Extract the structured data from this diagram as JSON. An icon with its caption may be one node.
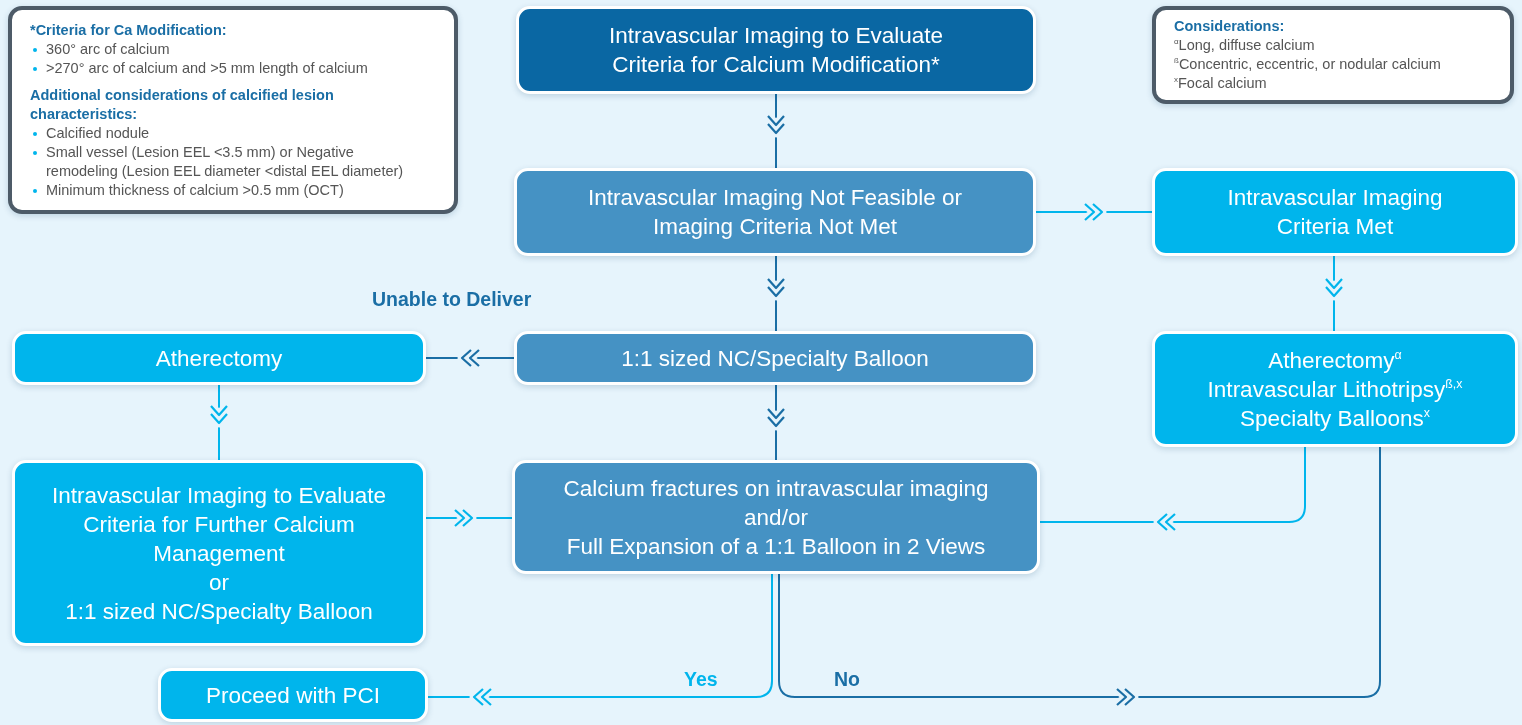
{
  "diagram": {
    "nodes": [
      {
        "text": [
          "*Criteria for Ca Modification:",
          "360° arc of calcium",
          ">270° arc of calcium and >5 mm length of calcium",
          "Additional considerations of calcified lesion characteristics:",
          "Calcified nodule",
          "Small vessel (Lesion EEL <3.5 mm) or Negative remodeling (Lesion EEL diameter <distal EEL diameter)",
          "Minimum thickness of calcium >0.5 mm (OCT)"
        ]
      },
      {
        "text": [
          "Intravascular Imaging to Evaluate Criteria for Calcium Modification*"
        ]
      },
      {
        "text": [
          "Considerations:",
          "$^{α}$Long, diffuse calcium",
          "$^{ß}$Concentric, eccentric, or nodular calcium",
          "$^{x}$Focal calcium"
        ]
      },
      {
        "text": [
          "Intravascular Imaging Not Feasible or Imaging Criteria Not Met"
        ]
      },
      {
        "text": [
          "Intravascular Imaging Criteria Met"
        ]
      },
      {
        "text": [
          "Atherectomy"
        ]
      },
      {
        "text": [
          "1:1 sized NC/Specialty Balloon"
        ]
      },
      {
        "text": [
          "Atherectomy$^{α}$",
          "Intravascular Lithotripsy$^{ß,x}$",
          "Specialty Balloons$^{x}$"
        ]
      },
      {
        "text": [
          "Intravascular Imaging to Evaluate Criteria for Further Calcium Management",
          "or",
          "1:1 sized NC/Specialty Balloon"
        ]
      },
      {
        "text": [
          "Calcium fractures on intravascular imaging",
          "and/or",
          "Full Expansion of a 1:1 Balloon in 2 Views"
        ]
      },
      {
        "text": [
          "Proceed with PCI"
        ]
      }
    ],
    "edges": [
      {
        "from": 1,
        "to": 3,
        "arrow": "to",
        "color": "#1a6ea5"
      },
      {
        "from": 3,
        "to": 4,
        "arrow": "to"
      },
      {
        "from": 3,
        "to": 6,
        "arrow": "to",
        "color": "#1a6ea5"
      },
      {
        "from": 4,
        "to": 7,
        "arrow": "to"
      },
      {
        "from": 6,
        "to": 5,
        "arrow": "to",
        "label": "Unable to Deliver",
        "color": "#1a6ea5"
      },
      {
        "from": 5,
        "to": 8,
        "arrow": "to"
      },
      {
        "from": 6,
        "to": 9,
        "arrow": "to",
        "color": "#1a6ea5"
      },
      {
        "from": 8,
        "to": 9,
        "arrow": "to"
      },
      {
        "from": 7,
        "to": 9,
        "arrow": "to"
      },
      {
        "from": 9,
        "to": 10,
        "arrow": "to",
        "label": "Yes"
      },
      {
        "from": 9,
        "to": 7,
        "arrow": "to",
        "label": "No",
        "color": "#1a6ea5"
      }
    ]
  }
}
